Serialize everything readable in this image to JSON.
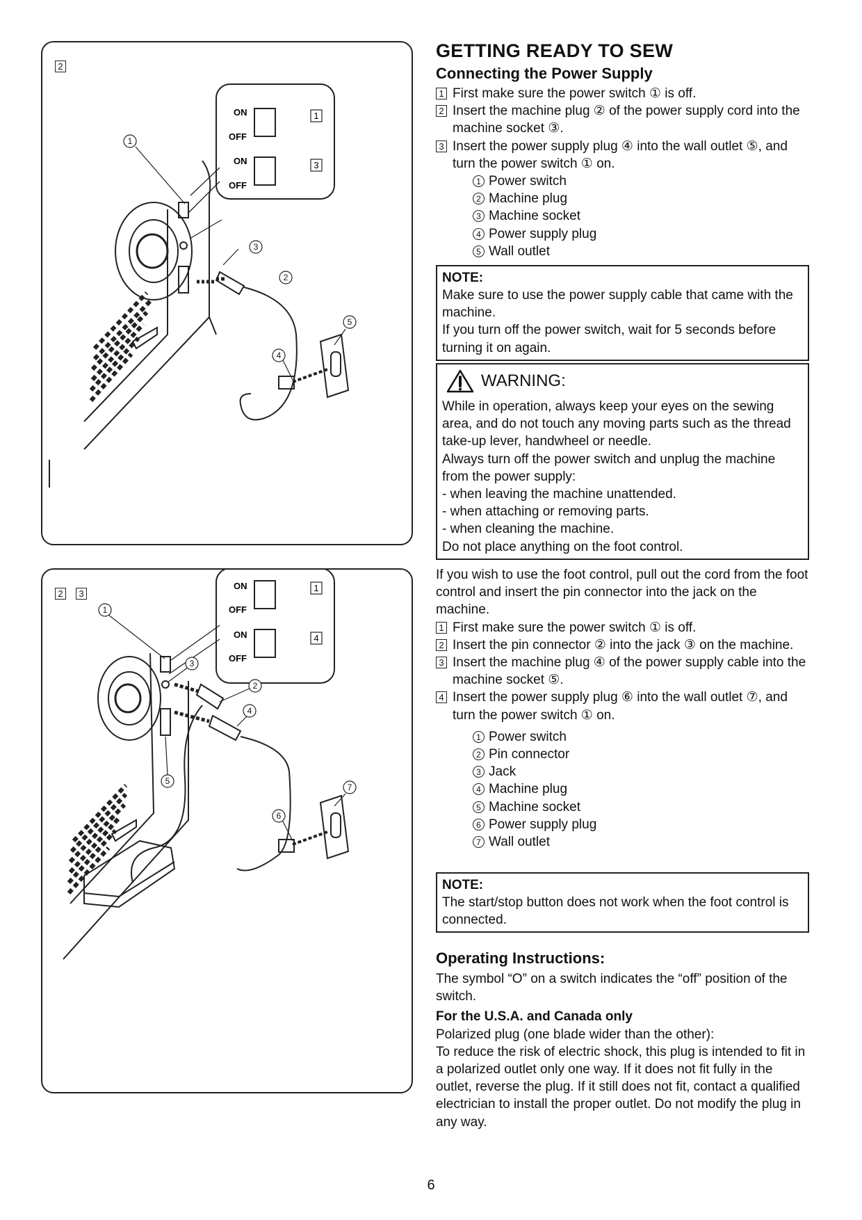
{
  "figure1": {
    "step_badges": [
      "2"
    ],
    "switch_labels": {
      "on": "ON",
      "off": "OFF"
    },
    "switch_steps": [
      "1",
      "3"
    ],
    "callouts": [
      "1",
      "2",
      "3",
      "4",
      "5"
    ]
  },
  "figure2": {
    "step_badges": [
      "2",
      "3"
    ],
    "switch_labels": {
      "on": "ON",
      "off": "OFF"
    },
    "switch_steps": [
      "1",
      "4"
    ],
    "callouts": [
      "1",
      "2",
      "3",
      "4",
      "5",
      "6",
      "7"
    ]
  },
  "title": "GETTING READY TO SEW",
  "section1": {
    "heading": "Connecting the Power Supply",
    "steps": [
      {
        "num": "1",
        "text": "First make sure the power switch ① is off."
      },
      {
        "num": "2",
        "text": "Insert the machine plug ② of the power supply cord into the machine socket ③."
      },
      {
        "num": "3",
        "text": "Insert the power supply plug ④ into the wall outlet ⑤, and turn the power switch ① on."
      }
    ],
    "parts": [
      {
        "num": "1",
        "label": "Power switch"
      },
      {
        "num": "2",
        "label": "Machine plug"
      },
      {
        "num": "3",
        "label": "Machine socket"
      },
      {
        "num": "4",
        "label": "Power supply plug"
      },
      {
        "num": "5",
        "label": "Wall outlet"
      }
    ],
    "note": {
      "heading": "NOTE:",
      "lines": [
        "Make sure to use the power supply cable that came with the machine.",
        "If you turn off the power switch, wait for 5 seconds before turning it on again."
      ]
    },
    "warning": {
      "heading": "WARNING:",
      "lines": [
        "While in operation, always keep your eyes on the sewing area, and do not touch any moving parts such as the thread take-up lever, handwheel or needle.",
        "Always turn off the power switch and unplug the machine from the power supply:",
        "- when leaving the machine unattended.",
        "- when attaching or removing parts.",
        "- when cleaning the machine.",
        "Do not place anything on the foot control."
      ]
    }
  },
  "section2": {
    "intro": "If you wish to use the foot control, pull out the cord from the foot control and insert the pin connector into the jack on the machine.",
    "steps": [
      {
        "num": "1",
        "text": "First make sure the power switch ① is off."
      },
      {
        "num": "2",
        "text": "Insert the pin connector ② into the jack ③ on the machine."
      },
      {
        "num": "3",
        "text": "Insert the machine plug ④ of the power supply cable into the machine socket ⑤."
      },
      {
        "num": "4",
        "text": "Insert the power supply plug ⑥ into the wall outlet ⑦, and turn the power switch ① on."
      }
    ],
    "parts": [
      {
        "num": "1",
        "label": "Power switch"
      },
      {
        "num": "2",
        "label": "Pin connector"
      },
      {
        "num": "3",
        "label": "Jack"
      },
      {
        "num": "4",
        "label": "Machine plug"
      },
      {
        "num": "5",
        "label": "Machine socket"
      },
      {
        "num": "6",
        "label": "Power supply plug"
      },
      {
        "num": "7",
        "label": "Wall outlet"
      }
    ],
    "note": {
      "heading": "NOTE:",
      "lines": [
        "The start/stop button does not work when the foot control is connected."
      ]
    }
  },
  "operating": {
    "heading": "Operating Instructions:",
    "text": "The symbol “O” on a switch indicates the “off” position of the switch.",
    "subheading": "For the U.S.A. and Canada only",
    "lines": [
      "Polarized plug (one blade wider than the other):",
      "To reduce the risk of electric shock, this plug is intended to fit in a polarized outlet only one way. If it does not fit fully in the outlet, reverse the plug. If it still does not fit, contact a qualified electrician to install the proper outlet. Do not modify the plug in any way."
    ]
  },
  "page_number": "6"
}
